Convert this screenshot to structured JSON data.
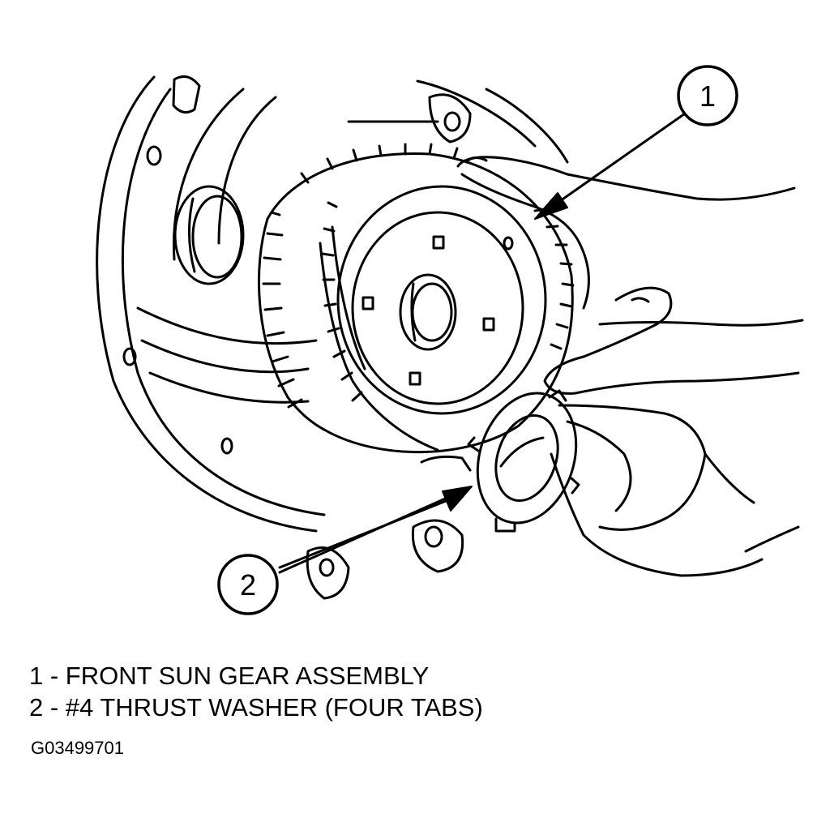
{
  "callouts": [
    {
      "number": "1",
      "text": "FRONT SUN GEAR ASSEMBLY"
    },
    {
      "number": "2",
      "text": "#4 THRUST WASHER (FOUR TABS)"
    }
  ],
  "legend": [
    "1 - FRONT SUN GEAR ASSEMBLY",
    "2 - #4 THRUST WASHER (FOUR TABS)"
  ],
  "figure_code": "G03499701"
}
